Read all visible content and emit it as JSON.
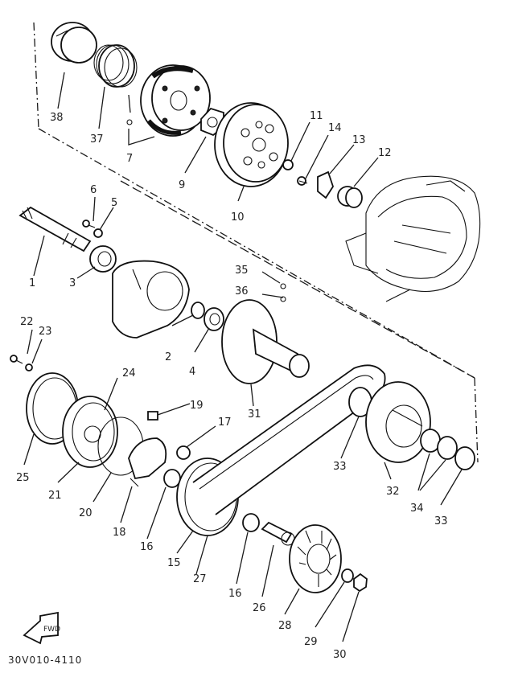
{
  "diagram": {
    "drawing_code": "30V010-4110",
    "arrow_label": "FWD",
    "callouts": [
      {
        "id": "1",
        "text": "1"
      },
      {
        "id": "2",
        "text": "2"
      },
      {
        "id": "3",
        "text": "3"
      },
      {
        "id": "4",
        "text": "4"
      },
      {
        "id": "5",
        "text": "5"
      },
      {
        "id": "6",
        "text": "6"
      },
      {
        "id": "7",
        "text": "7"
      },
      {
        "id": "9",
        "text": "9"
      },
      {
        "id": "10",
        "text": "10"
      },
      {
        "id": "11",
        "text": "11"
      },
      {
        "id": "12",
        "text": "12"
      },
      {
        "id": "13",
        "text": "13"
      },
      {
        "id": "14",
        "text": "14"
      },
      {
        "id": "15",
        "text": "15"
      },
      {
        "id": "16a",
        "text": "16"
      },
      {
        "id": "16b",
        "text": "16"
      },
      {
        "id": "17",
        "text": "17"
      },
      {
        "id": "18",
        "text": "18"
      },
      {
        "id": "19",
        "text": "19"
      },
      {
        "id": "20",
        "text": "20"
      },
      {
        "id": "21",
        "text": "21"
      },
      {
        "id": "22",
        "text": "22"
      },
      {
        "id": "23",
        "text": "23"
      },
      {
        "id": "24",
        "text": "24"
      },
      {
        "id": "25",
        "text": "25"
      },
      {
        "id": "26",
        "text": "26"
      },
      {
        "id": "27",
        "text": "27"
      },
      {
        "id": "28",
        "text": "28"
      },
      {
        "id": "29",
        "text": "29"
      },
      {
        "id": "30",
        "text": "30"
      },
      {
        "id": "31",
        "text": "31"
      },
      {
        "id": "32",
        "text": "32"
      },
      {
        "id": "33a",
        "text": "33"
      },
      {
        "id": "33b",
        "text": "33"
      },
      {
        "id": "34",
        "text": "34"
      },
      {
        "id": "35",
        "text": "35"
      },
      {
        "id": "36",
        "text": "36"
      },
      {
        "id": "37",
        "text": "37"
      },
      {
        "id": "38",
        "text": "38"
      }
    ]
  }
}
